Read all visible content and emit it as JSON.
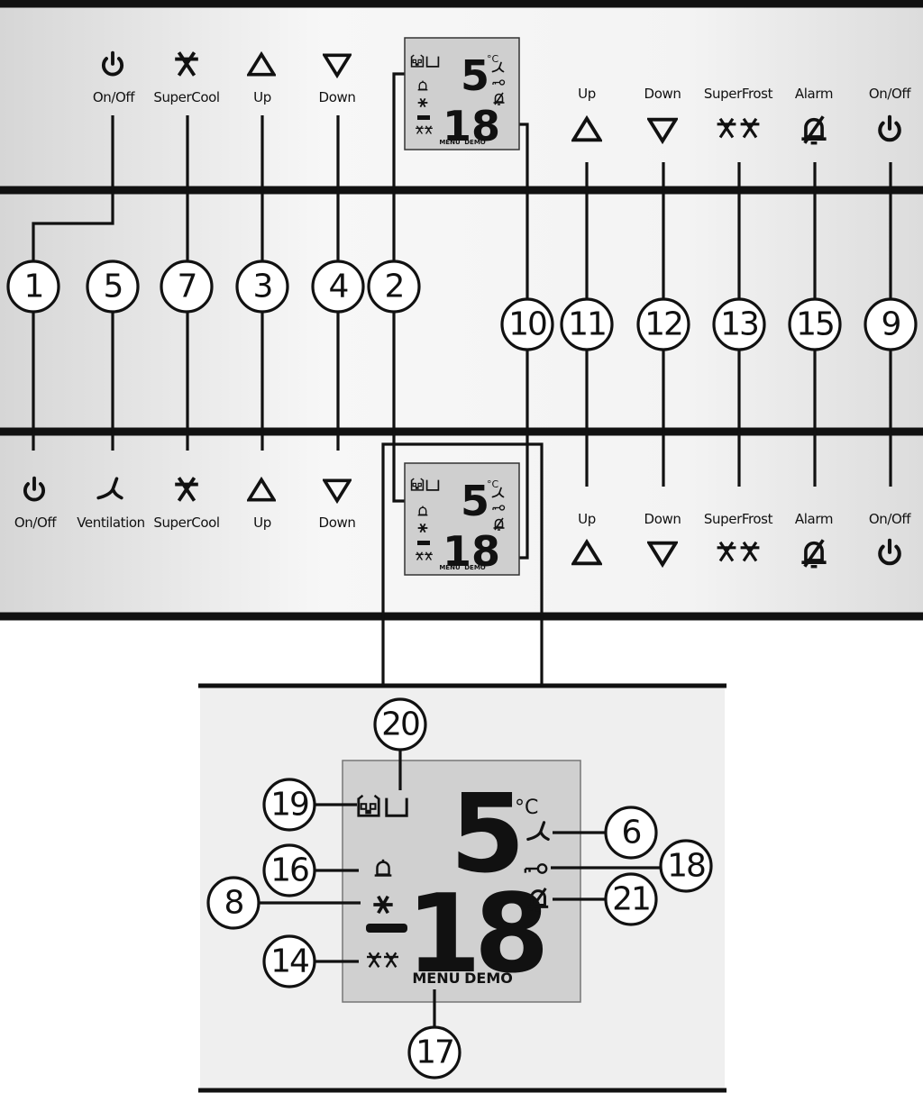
{
  "refrigerator_controls": {
    "top_row": [
      {
        "label": "On/Off",
        "icon": "power-icon"
      },
      {
        "label": "SuperCool",
        "icon": "supercool-icon"
      },
      {
        "label": "Up",
        "icon": "up-arrow-icon"
      },
      {
        "label": "Down",
        "icon": "down-arrow-icon"
      }
    ],
    "bottom_row": [
      {
        "label": "On/Off",
        "icon": "power-icon"
      },
      {
        "label": "Ventilation",
        "icon": "ventilation-icon"
      },
      {
        "label": "SuperCool",
        "icon": "supercool-icon"
      },
      {
        "label": "Up",
        "icon": "up-arrow-icon"
      },
      {
        "label": "Down",
        "icon": "down-arrow-icon"
      }
    ]
  },
  "freezer_controls": {
    "top_row": [
      {
        "label": "Up",
        "icon": "up-arrow-icon"
      },
      {
        "label": "Down",
        "icon": "down-arrow-icon"
      },
      {
        "label": "SuperFrost",
        "icon": "superfrost-icon"
      },
      {
        "label": "Alarm",
        "icon": "alarm-off-icon"
      },
      {
        "label": "On/Off",
        "icon": "power-icon"
      }
    ],
    "bottom_row": [
      {
        "label": "Up",
        "icon": "up-arrow-icon"
      },
      {
        "label": "Down",
        "icon": "down-arrow-icon"
      },
      {
        "label": "SuperFrost",
        "icon": "superfrost-icon"
      },
      {
        "label": "Alarm",
        "icon": "alarm-off-icon"
      },
      {
        "label": "On/Off",
        "icon": "power-icon"
      }
    ]
  },
  "callouts_row": [
    "1",
    "5",
    "7",
    "3",
    "4",
    "2",
    "10",
    "11",
    "12",
    "13",
    "15",
    "9"
  ],
  "display": {
    "fridge_temp": "5",
    "freezer_temp": "18",
    "unit": "°C",
    "menu": "MENU",
    "demo": "DEMO"
  },
  "detail_callouts": {
    "water": "19",
    "ice": "20",
    "bell": "16",
    "supercool": "8",
    "superfrost": "14",
    "menu": "17",
    "ventilation": "6",
    "key": "18",
    "alarm": "21"
  },
  "colors": {
    "panel_light": "#f6f6f6",
    "panel_dark": "#d9d9d9",
    "lcd": "#cfcfcf",
    "ink": "#111111"
  }
}
